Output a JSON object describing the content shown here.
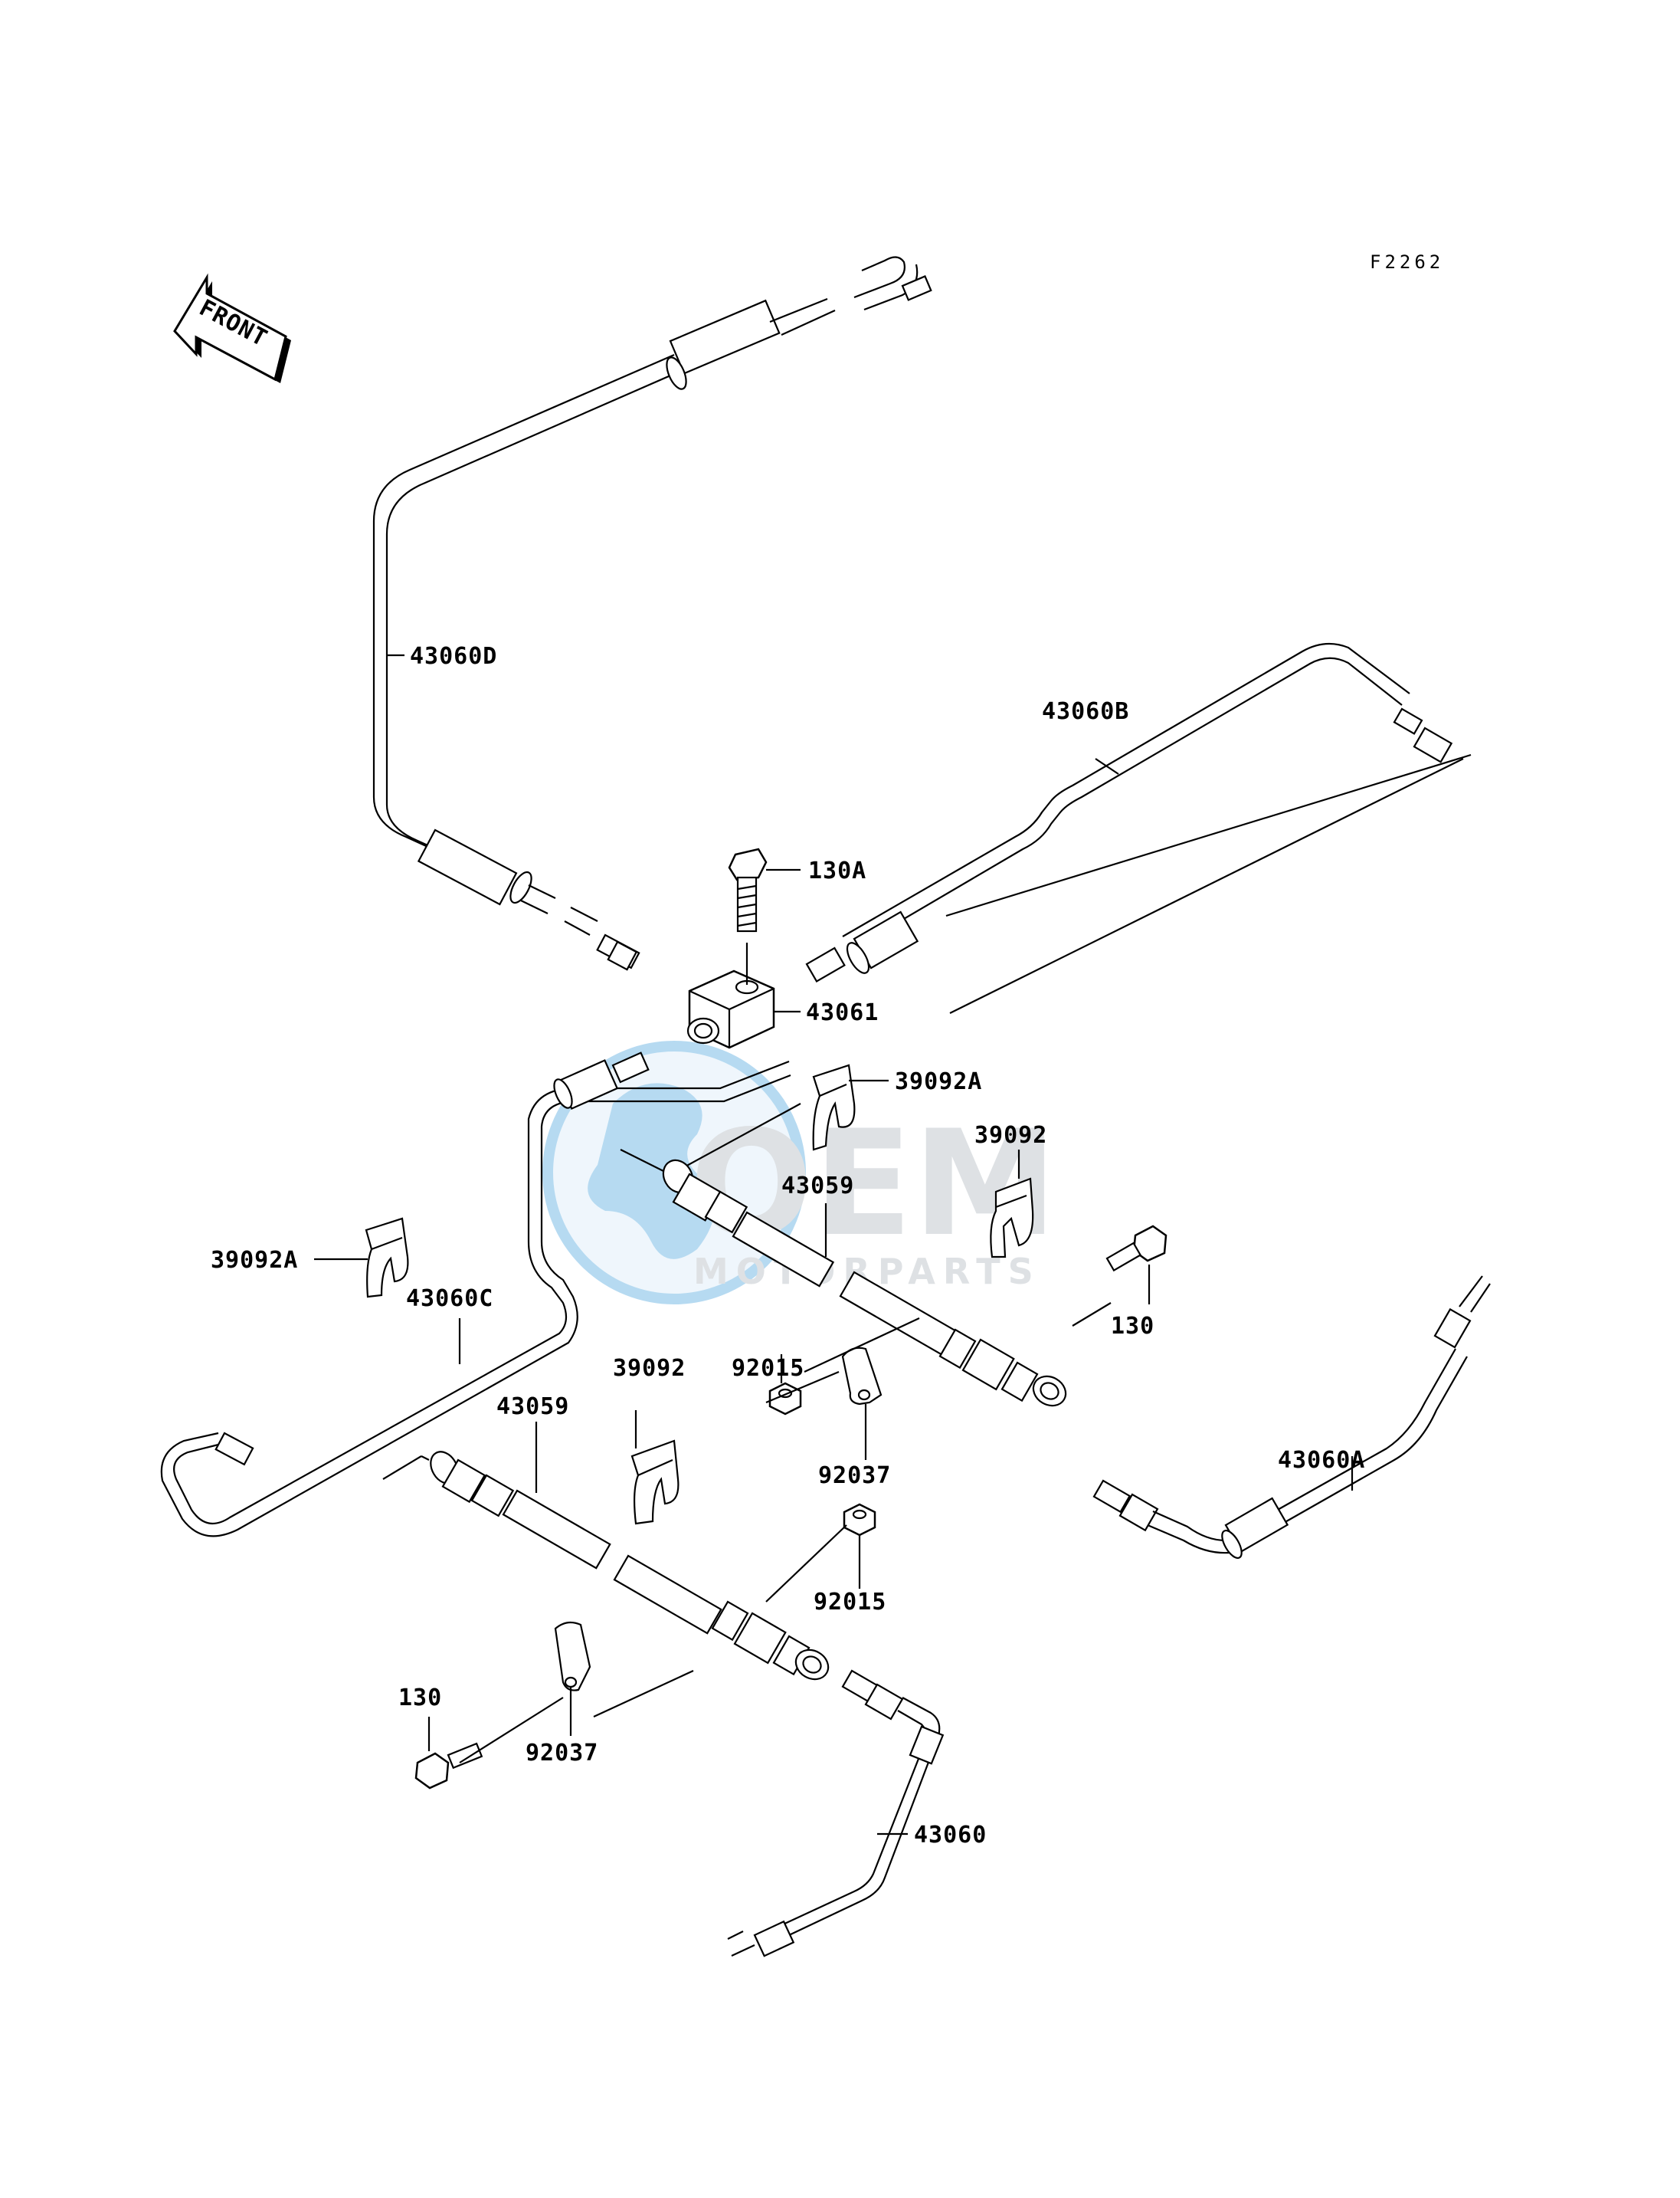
{
  "figure_code": "F2262",
  "direction_arrow": {
    "text": "FRONT",
    "icon": "front-arrow-icon"
  },
  "part_labels": [
    {
      "id": "p1",
      "text": "43060D"
    },
    {
      "id": "p2",
      "text": "43060B"
    },
    {
      "id": "p3",
      "text": "130A"
    },
    {
      "id": "p4",
      "text": "43061"
    },
    {
      "id": "p5",
      "text": "39092A"
    },
    {
      "id": "p6",
      "text": "39092"
    },
    {
      "id": "p7",
      "text": "43059"
    },
    {
      "id": "p8",
      "text": "39092A"
    },
    {
      "id": "p9",
      "text": "43060C"
    },
    {
      "id": "p10",
      "text": "130"
    },
    {
      "id": "p11",
      "text": "39092"
    },
    {
      "id": "p12",
      "text": "92015"
    },
    {
      "id": "p13",
      "text": "43059"
    },
    {
      "id": "p14",
      "text": "43060A"
    },
    {
      "id": "p15",
      "text": "92037"
    },
    {
      "id": "p16",
      "text": "92015"
    },
    {
      "id": "p17",
      "text": "130"
    },
    {
      "id": "p18",
      "text": "92037"
    },
    {
      "id": "p19",
      "text": "43060"
    }
  ],
  "watermark": {
    "brand": "OEM",
    "subtitle": "MOTORPARTS",
    "colors": {
      "blue": "#1e8fd6",
      "gray": "#9aa5ad"
    }
  }
}
